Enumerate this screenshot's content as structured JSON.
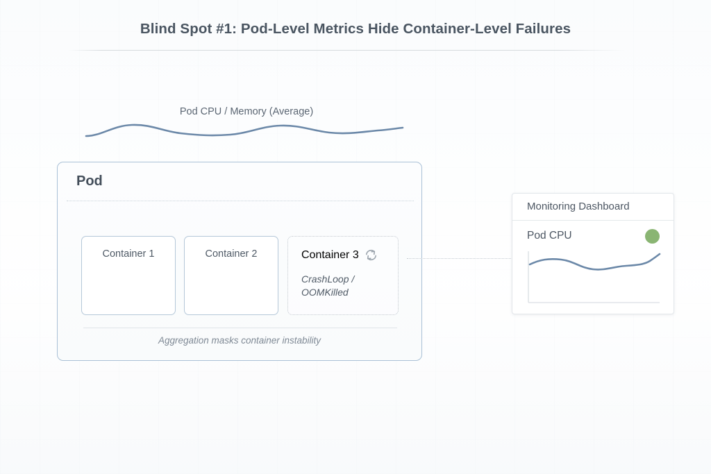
{
  "page": {
    "title": "Blind Spot #1: Pod-Level Metrics Hide Container-Level Failures",
    "background_color": "#fbfcfd"
  },
  "pod_metric_curve": {
    "label": "Pod CPU / Memory (Average)",
    "line_color": "#6b88a8"
  },
  "pod": {
    "title": "Pod",
    "border_color": "#a9c0d6",
    "containers": [
      {
        "label": "Container 1",
        "style": "solid",
        "status": "",
        "icon": ""
      },
      {
        "label": "Container 2",
        "style": "solid",
        "status": "",
        "icon": ""
      },
      {
        "label": "Container 3",
        "style": "dotted",
        "status": "CrashLoop / OOMKilled",
        "icon": "restart-loop-icon"
      }
    ],
    "footer_note": "Aggregation masks container instability"
  },
  "dashboard": {
    "header": "Monitoring Dashboard",
    "metric_label": "Pod CPU",
    "status_color": "#8ab573",
    "status_state": "healthy"
  },
  "chart_data": [
    {
      "type": "line",
      "title": "Pod CPU / Memory (Average)",
      "xlabel": "",
      "ylabel": "",
      "grid": false,
      "legend": "none",
      "x": [
        0,
        1,
        2,
        3,
        4,
        5,
        6,
        7,
        8,
        9,
        10
      ],
      "values": [
        38,
        58,
        66,
        57,
        42,
        44,
        52,
        62,
        56,
        44,
        46
      ],
      "ylim": [
        0,
        100
      ],
      "line_color": "#6b88a8"
    },
    {
      "type": "line",
      "title": "Pod CPU",
      "xlabel": "",
      "ylabel": "",
      "grid": false,
      "legend": "none",
      "x": [
        0,
        1,
        2,
        3,
        4,
        5,
        6,
        7,
        8
      ],
      "values": [
        58,
        68,
        70,
        64,
        55,
        54,
        58,
        62,
        78
      ],
      "ylim": [
        0,
        100
      ],
      "line_color": "#6b88a8"
    }
  ]
}
